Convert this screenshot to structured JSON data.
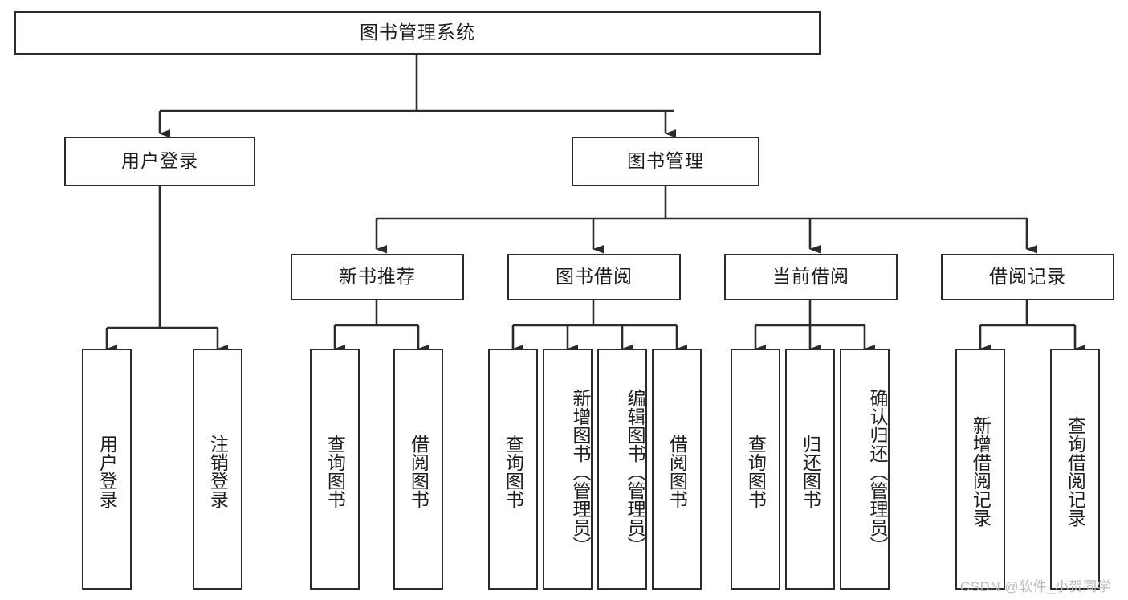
{
  "diagram": {
    "title_node": {
      "label": "图书管理系统"
    },
    "level2": [
      {
        "id": "user-login",
        "label": "用户登录"
      },
      {
        "id": "book-manage",
        "label": "图书管理"
      }
    ],
    "level3": [
      {
        "id": "new-book-recommend",
        "label": "新书推荐"
      },
      {
        "id": "book-borrow",
        "label": "图书借阅"
      },
      {
        "id": "current-borrow",
        "label": "当前借阅"
      },
      {
        "id": "borrow-record",
        "label": "借阅记录"
      }
    ],
    "leaves": [
      {
        "id": "leaf-user-login",
        "label": "用户登录",
        "parent": "user-login"
      },
      {
        "id": "leaf-logout",
        "label": "注销登录",
        "parent": "user-login"
      },
      {
        "id": "leaf-query-book-1",
        "label": "查询图书",
        "parent": "new-book-recommend"
      },
      {
        "id": "leaf-borrow-book-1",
        "label": "借阅图书",
        "parent": "new-book-recommend"
      },
      {
        "id": "leaf-query-book-2",
        "label": "查询图书",
        "parent": "book-borrow"
      },
      {
        "id": "leaf-add-book",
        "label": "新增图书（管理员）",
        "parent": "book-borrow"
      },
      {
        "id": "leaf-edit-book",
        "label": "编辑图书（管理员）",
        "parent": "book-borrow"
      },
      {
        "id": "leaf-borrow-book-2",
        "label": "借阅图书",
        "parent": "book-borrow"
      },
      {
        "id": "leaf-query-book-3",
        "label": "查询图书",
        "parent": "current-borrow"
      },
      {
        "id": "leaf-return-book",
        "label": "归还图书",
        "parent": "current-borrow"
      },
      {
        "id": "leaf-confirm-return",
        "label": "确认归还（管理员）",
        "parent": "current-borrow"
      },
      {
        "id": "leaf-add-record",
        "label": "新增借阅记录",
        "parent": "borrow-record"
      },
      {
        "id": "leaf-query-record",
        "label": "查询借阅记录",
        "parent": "borrow-record"
      }
    ],
    "watermark": "CSDN @软件_小贺同学",
    "colors": {
      "stroke": "#2b2b2b",
      "fill": "#ffffff",
      "text": "#1d1d1d",
      "watermark": "#b9b9b9"
    }
  }
}
